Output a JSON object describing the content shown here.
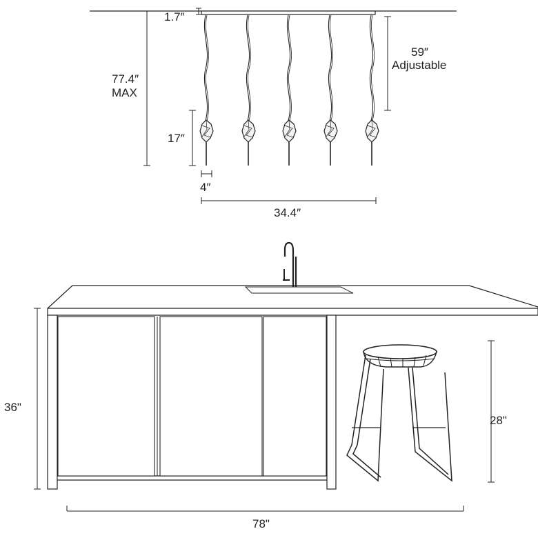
{
  "pendant": {
    "canopy_height": "1.7″",
    "cable_length_value": "59″",
    "cable_length_note": "Adjustable",
    "overall_height_value": "77.4″",
    "overall_height_note": "MAX",
    "pendant_height": "17″",
    "pendant_width": "4″",
    "overall_width": "34.4″",
    "pendant_count": 5
  },
  "island": {
    "counter_height": "36\"",
    "stool_height": "28\"",
    "island_length": "78\""
  },
  "colors": {
    "line": "#222222",
    "background": "#ffffff"
  }
}
